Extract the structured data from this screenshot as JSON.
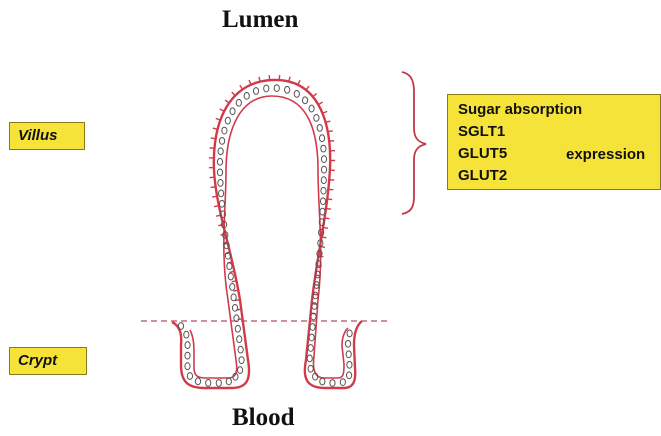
{
  "labels": {
    "lumen": "Lumen",
    "blood": "Blood",
    "villus": "Villus",
    "crypt": "Crypt"
  },
  "sugar_box": {
    "title": "Sugar absorption",
    "transporters": [
      "SGLT1",
      "GLUT5",
      "GLUT2"
    ],
    "note": "expression"
  },
  "colors": {
    "epithelium": "#d23a4a",
    "nuclei": "#555555",
    "box_fill": "#f6e33a",
    "box_border": "#8a7a18",
    "boundary_line": "#b05060"
  }
}
